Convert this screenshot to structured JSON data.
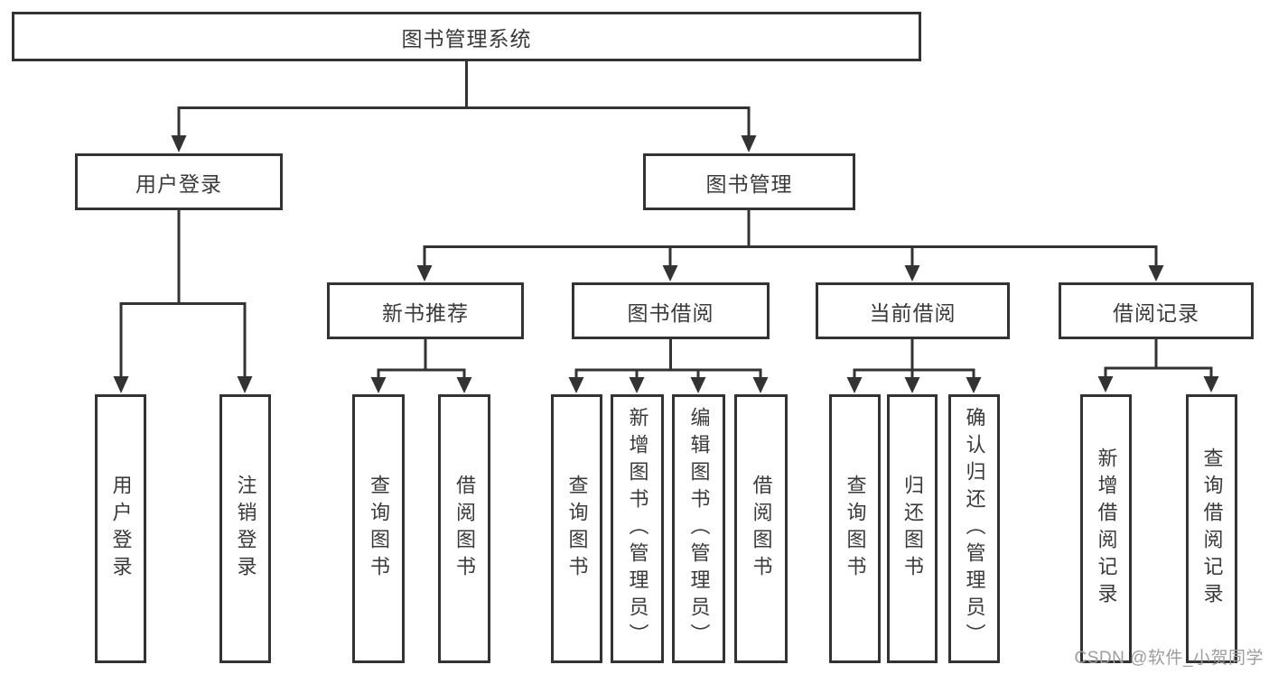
{
  "diagram": {
    "root": {
      "label": "图书管理系统"
    },
    "user_login": {
      "label": "用户登录",
      "children": [
        {
          "label": "用户登录"
        },
        {
          "label": "注销登录"
        }
      ]
    },
    "book_management": {
      "label": "图书管理",
      "sections": [
        {
          "label": "新书推荐",
          "children": [
            {
              "label": "查询图书"
            },
            {
              "label": "借阅图书"
            }
          ]
        },
        {
          "label": "图书借阅",
          "children": [
            {
              "label": "查询图书"
            },
            {
              "label": "新增图书（管理员）"
            },
            {
              "label": "编辑图书（管理员）"
            },
            {
              "label": "借阅图书"
            }
          ]
        },
        {
          "label": "当前借阅",
          "children": [
            {
              "label": "查询图书"
            },
            {
              "label": "归还图书"
            },
            {
              "label": "确认归还（管理员）"
            }
          ]
        },
        {
          "label": "借阅记录",
          "children": [
            {
              "label": "新增借阅记录"
            },
            {
              "label": "查询借阅记录"
            }
          ]
        }
      ]
    },
    "watermark": "CSDN @软件_小贺同学",
    "colors": {
      "line": "#333333",
      "text": "#3a3a3a",
      "watermark": "#9c9ca2",
      "background": "#ffffff"
    }
  }
}
